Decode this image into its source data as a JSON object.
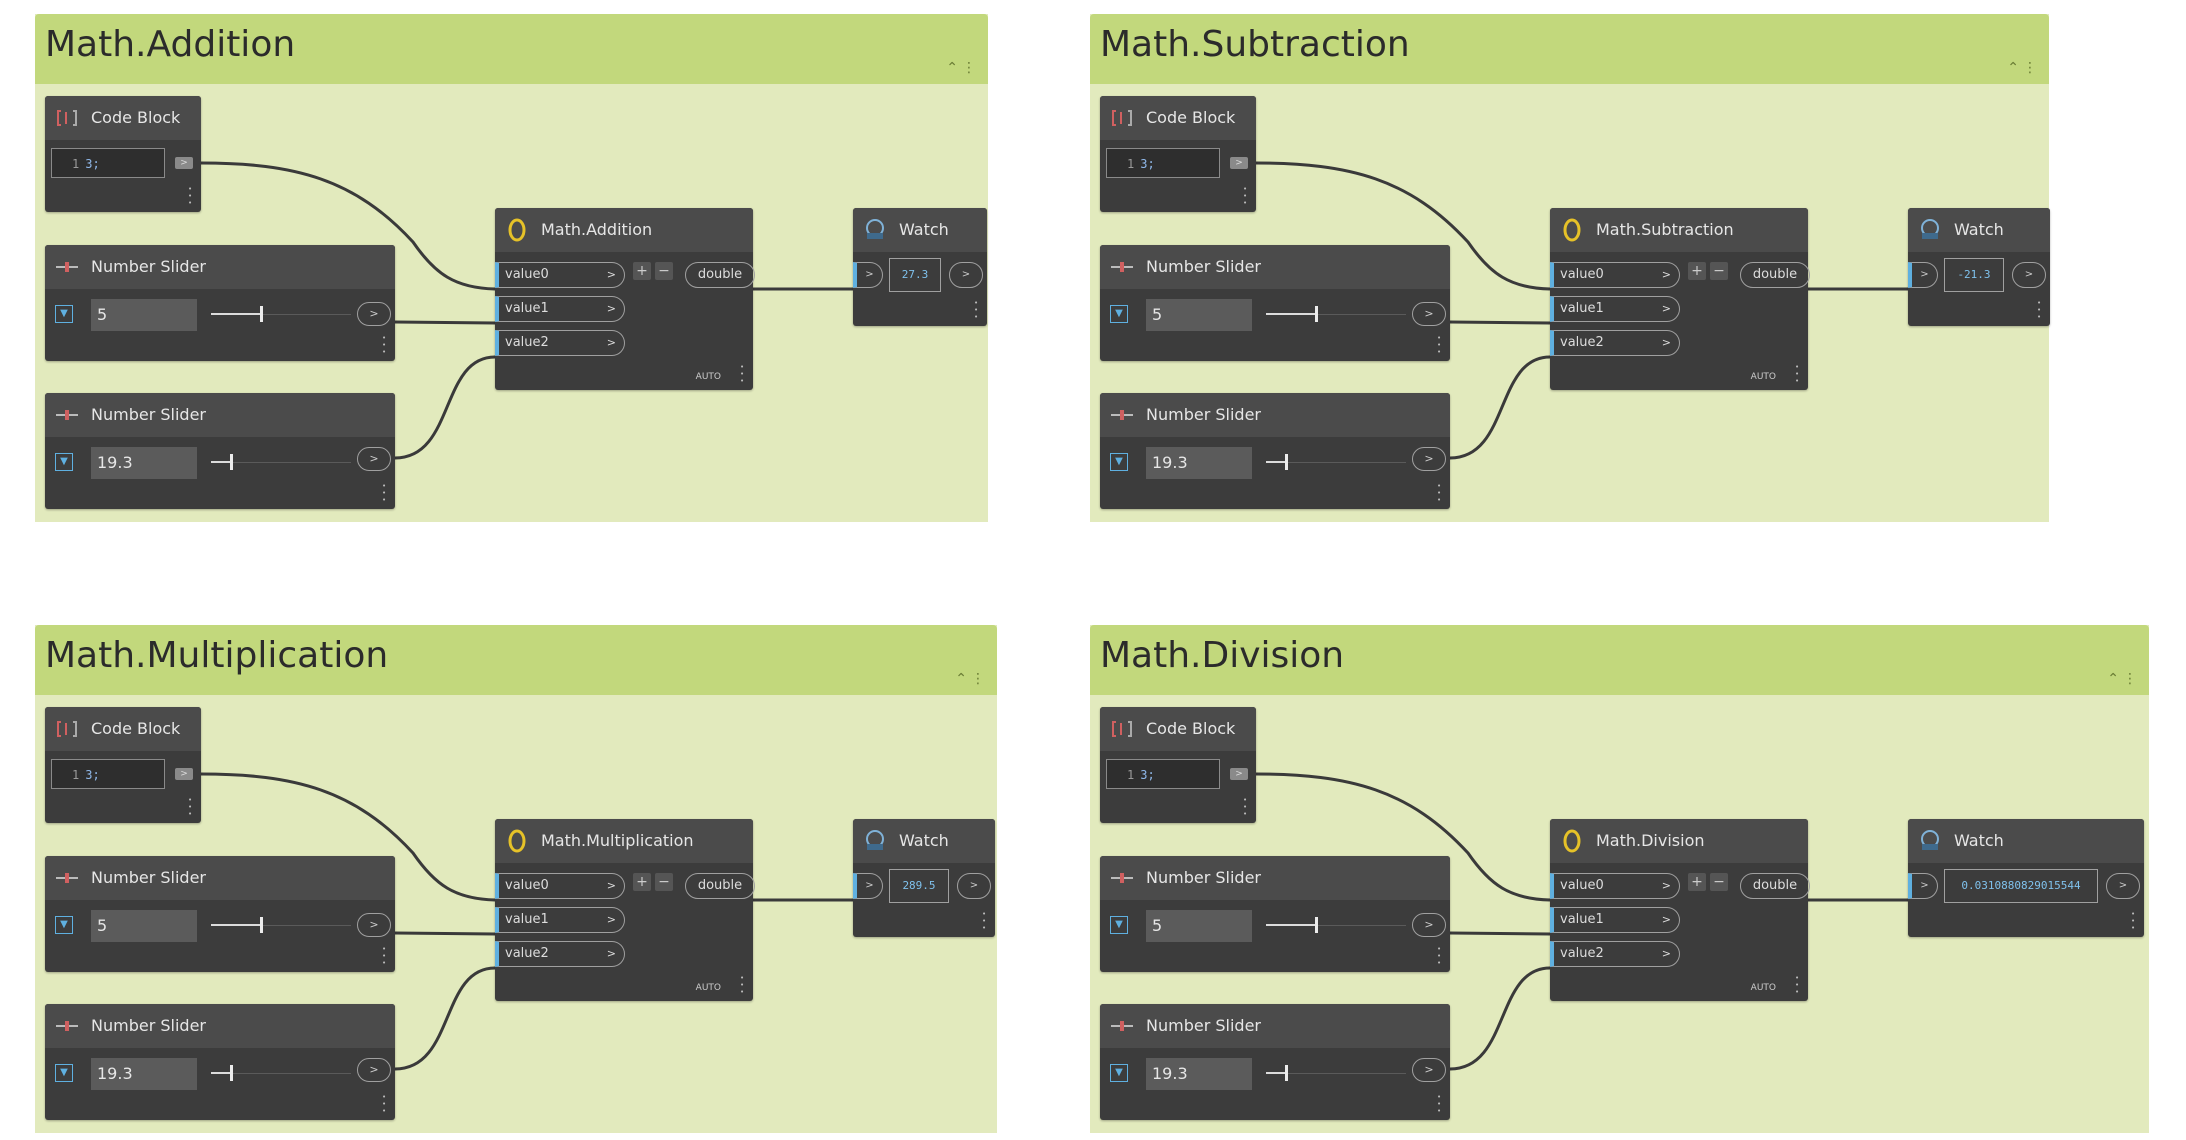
{
  "groups": [
    {
      "title": "Math.Addition",
      "code_block": {
        "title": "Code Block",
        "line_number": "1",
        "code": "3;"
      },
      "slider1": {
        "title": "Number Slider",
        "value": "5",
        "fraction": 0.36
      },
      "slider2": {
        "title": "Number Slider",
        "value": "19.3",
        "fraction": 0.14
      },
      "math": {
        "title": "Math.Addition",
        "inputs": [
          "value0",
          "value1",
          "value2"
        ],
        "output": "double",
        "lacing": "AUTO"
      },
      "watch": {
        "title": "Watch",
        "value": "27.3"
      }
    },
    {
      "title": "Math.Subtraction",
      "code_block": {
        "title": "Code Block",
        "line_number": "1",
        "code": "3;"
      },
      "slider1": {
        "title": "Number Slider",
        "value": "5",
        "fraction": 0.36
      },
      "slider2": {
        "title": "Number Slider",
        "value": "19.3",
        "fraction": 0.14
      },
      "math": {
        "title": "Math.Subtraction",
        "inputs": [
          "value0",
          "value1",
          "value2"
        ],
        "output": "double",
        "lacing": "AUTO"
      },
      "watch": {
        "title": "Watch",
        "value": "-21.3"
      }
    },
    {
      "title": "Math.Multiplication",
      "code_block": {
        "title": "Code Block",
        "line_number": "1",
        "code": "3;"
      },
      "slider1": {
        "title": "Number Slider",
        "value": "5",
        "fraction": 0.36
      },
      "slider2": {
        "title": "Number Slider",
        "value": "19.3",
        "fraction": 0.14
      },
      "math": {
        "title": "Math.Multiplication",
        "inputs": [
          "value0",
          "value1",
          "value2"
        ],
        "output": "double",
        "lacing": "AUTO"
      },
      "watch": {
        "title": "Watch",
        "value": "289.5"
      }
    },
    {
      "title": "Math.Division",
      "code_block": {
        "title": "Code Block",
        "line_number": "1",
        "code": "3;"
      },
      "slider1": {
        "title": "Number Slider",
        "value": "5",
        "fraction": 0.36
      },
      "slider2": {
        "title": "Number Slider",
        "value": "19.3",
        "fraction": 0.14
      },
      "math": {
        "title": "Math.Division",
        "inputs": [
          "value0",
          "value1",
          "value2"
        ],
        "output": "double",
        "lacing": "AUTO"
      },
      "watch": {
        "title": "Watch",
        "value": "0.0310880829015544"
      }
    }
  ],
  "icons": {
    "code_block": "code-block-icon",
    "slider": "slider-icon",
    "math": "math-node-icon",
    "watch": "watch-icon",
    "group_collapse": "chevron-up-icon"
  },
  "colors": {
    "group_header": "#c2d87c",
    "group_body": "#e2eabd",
    "node_body": "#3c3c3c",
    "node_header": "#4b4b4b",
    "port_accent": "#5fb0e0",
    "watch_text": "#7fc1ec",
    "wire": "#3a3a3a"
  }
}
